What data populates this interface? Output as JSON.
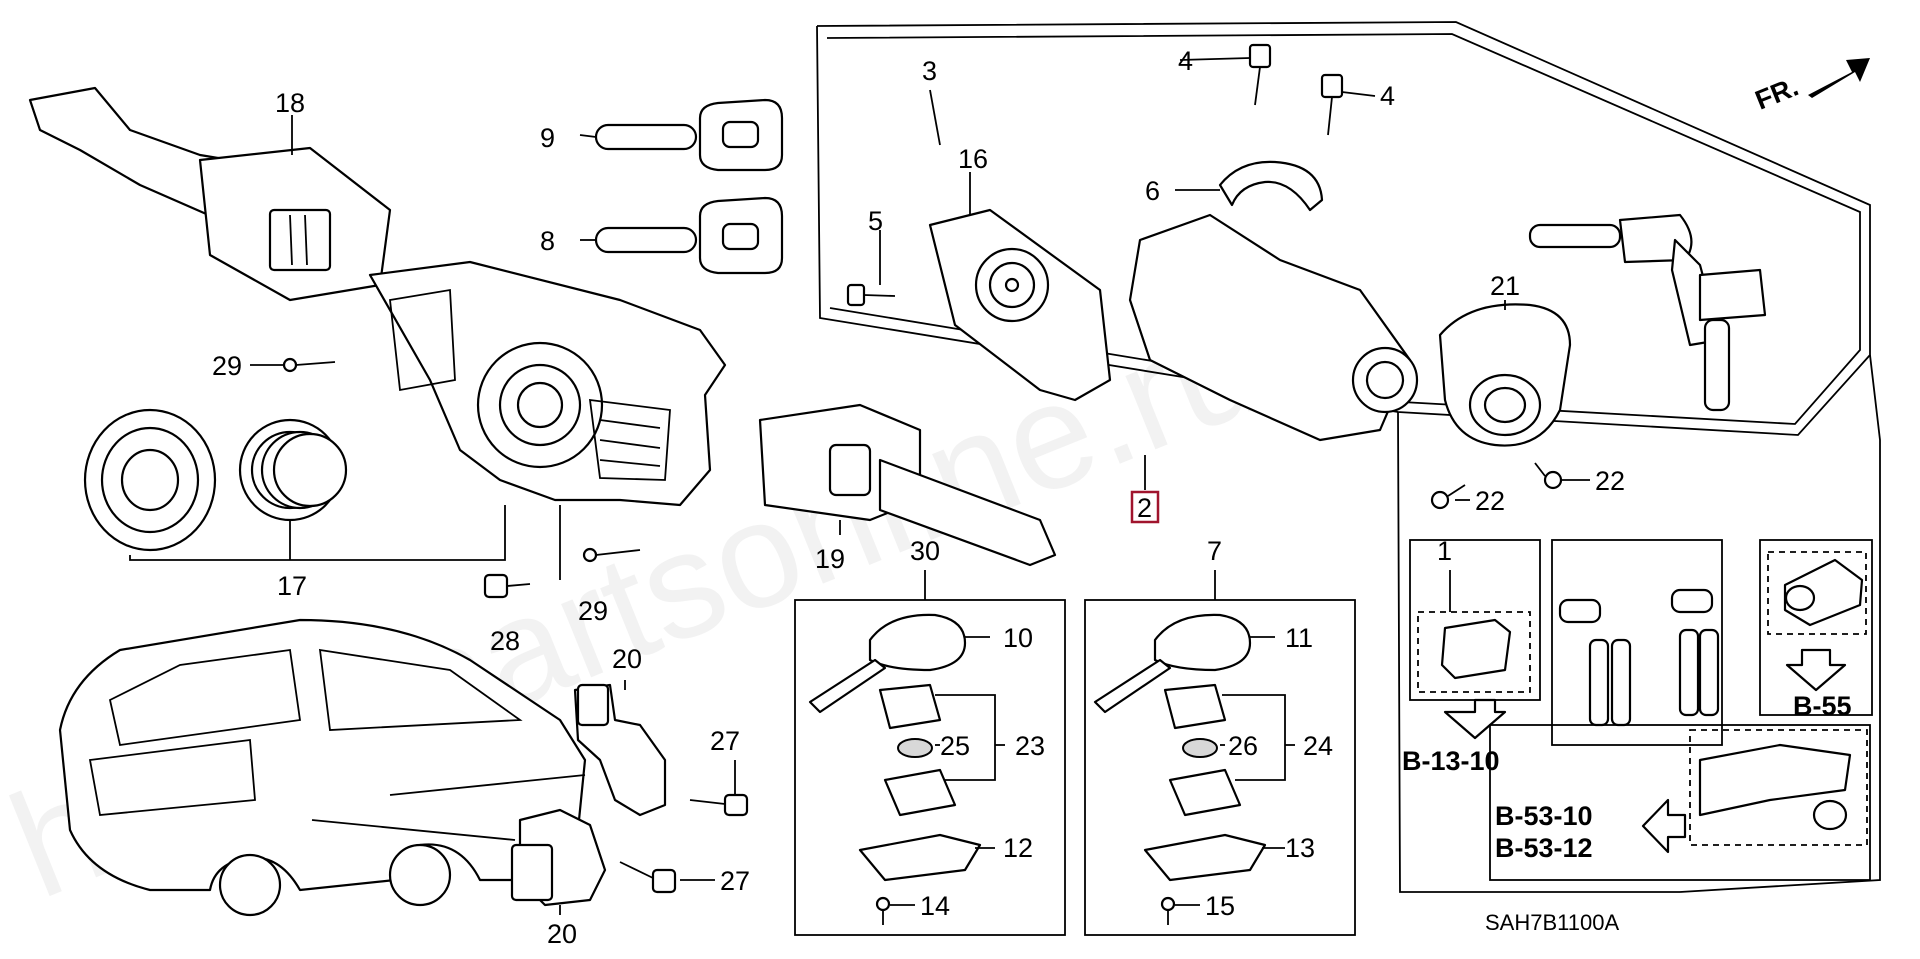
{
  "diagram": {
    "watermark": "hondapartsonline.ru",
    "direction_label": "FR.",
    "highlighted_part": "2",
    "diagram_code": "SAH7B1100A",
    "part_numbers": [
      "1",
      "3",
      "4",
      "5",
      "6",
      "7",
      "8",
      "9",
      "10",
      "11",
      "12",
      "13",
      "14",
      "15",
      "16",
      "17",
      "18",
      "19",
      "20",
      "21",
      "22",
      "23",
      "24",
      "25",
      "26",
      "27",
      "28",
      "29",
      "30"
    ],
    "section_refs": [
      "B-13-10",
      "B-53-10",
      "B-53-12",
      "B-55"
    ]
  }
}
